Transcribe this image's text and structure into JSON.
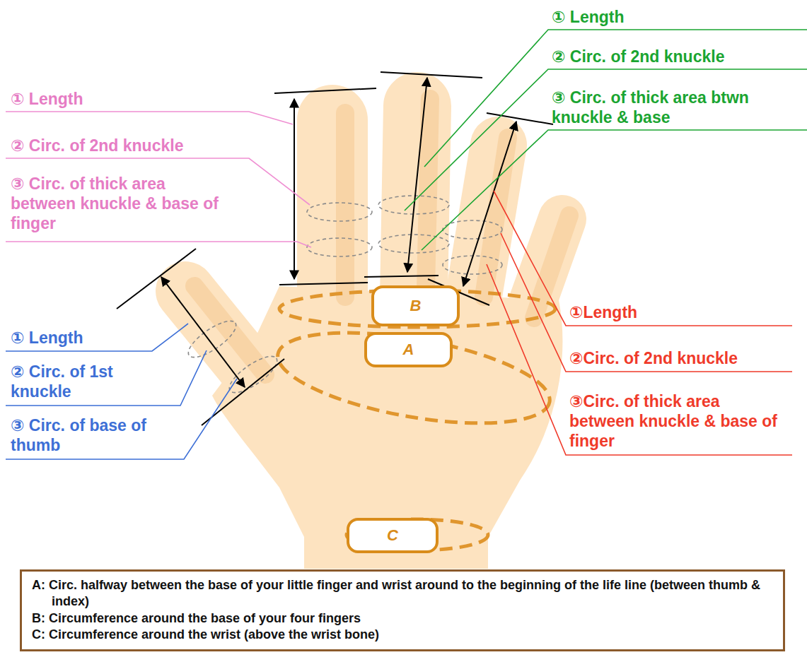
{
  "diagram": {
    "nodes": [
      {
        "text": [
          "B"
        ]
      },
      {
        "text": [
          "A"
        ]
      },
      {
        "text": [
          "C"
        ]
      },
      {
        "text": [
          "A: Circ. halfway between the base of your little finger and wrist around to the beginning of the life line (between thumb & index)",
          "B: Circumference around the base of your four fingers",
          "C: Circumference around the wrist (above the wrist bone)"
        ]
      }
    ],
    "labels": [
      "① Length",
      "② Circ. of 2nd knuckle",
      "③ Circ. of thick area btwn knuckle & base",
      "① Length",
      "② Circ. of 2nd knuckle",
      "③ Circ. of thick area between knuckle & base of finger",
      "①Length",
      "②Circ. of 2nd knuckle",
      "③Circ. of thick area between knuckle & base of finger",
      "① Length",
      "② Circ. of 1st knuckle",
      "③ Circ. of base of thumb"
    ]
  }
}
